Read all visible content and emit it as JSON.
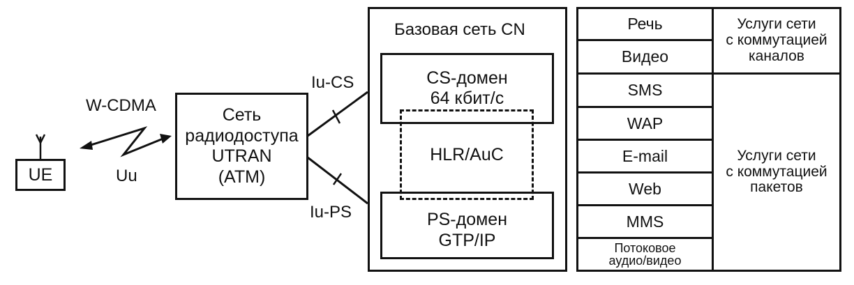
{
  "ue": {
    "label": "UE"
  },
  "radio": {
    "top_label": "W-CDMA",
    "bottom_label": "Uu"
  },
  "utran": {
    "lines": [
      "Сеть",
      "радиодоступа",
      "UTRAN",
      "(ATM)"
    ]
  },
  "interfaces": {
    "iu_cs": "Iu-CS",
    "iu_ps": "Iu-PS"
  },
  "core": {
    "title": "Базовая сеть CN",
    "cs_domain": [
      "CS-домен",
      "64 кбит/с"
    ],
    "hlr": "HLR/AuC",
    "ps_domain": [
      "PS-домен",
      "GTP/IP"
    ]
  },
  "services": {
    "rows": [
      "Речь",
      "Видео",
      "SMS",
      "WAP",
      "E-mail",
      "Web",
      "MMS"
    ],
    "last_row": [
      "Потоковое",
      "аудио/видео"
    ],
    "circuit_group": [
      "Услуги сети",
      "с коммутацией",
      "каналов"
    ],
    "packet_group": [
      "Услуги сети",
      "с коммутацией",
      "пакетов"
    ]
  }
}
